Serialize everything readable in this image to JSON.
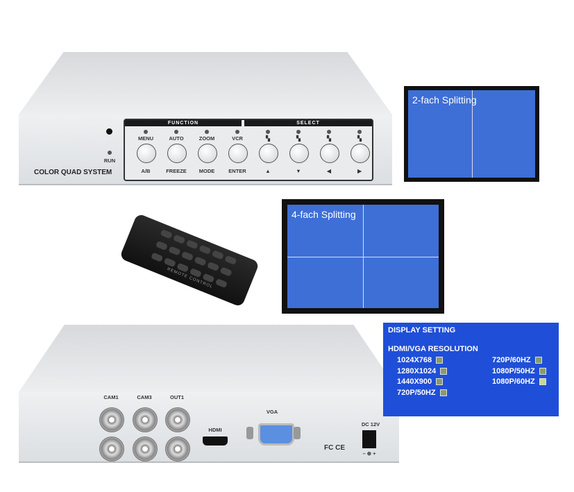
{
  "front_unit": {
    "model_label": "COLOR QUAD SYSTEM",
    "run_label": "RUN",
    "function_header": "FUNCTION",
    "select_header": "SELECT",
    "buttons": [
      {
        "top": "MENU",
        "bottom": "A/B"
      },
      {
        "top": "AUTO",
        "bottom": "FREEZE"
      },
      {
        "top": "ZOOM",
        "bottom": "MODE"
      },
      {
        "top": "VCR",
        "bottom": "ENTER"
      },
      {
        "top": "▚",
        "bottom": "▲"
      },
      {
        "top": "▚",
        "bottom": "▼"
      },
      {
        "top": "▚",
        "bottom": "◀"
      },
      {
        "top": "▚",
        "bottom": "▶"
      }
    ]
  },
  "monitor_2": {
    "title": "2-fach Splitting"
  },
  "monitor_4": {
    "title": "4-fach Splitting"
  },
  "remote": {
    "label": "REMOTE CONTROL"
  },
  "rear_unit": {
    "ports": {
      "cam1": "CAM1",
      "cam3": "CAM3",
      "out1": "OUT1",
      "hdmi": "HDMI",
      "vga": "VGA",
      "dc": "DC 12V",
      "polarity": "– ⊕ +",
      "cert": "FC CE"
    }
  },
  "display_setting": {
    "title": "DISPLAY SETTING",
    "subtitle": "HDMI/VGA RESOLUTION",
    "left_options": [
      "1024X768",
      "1280X1024",
      "1440X900",
      "720P/50HZ"
    ],
    "right_options": [
      "720P/60HZ",
      "1080P/50HZ",
      "1080P/60HZ"
    ],
    "selected": "1080P/60HZ"
  },
  "colors": {
    "screen_blue": "#3e6fd6",
    "osd_blue": "#1f4fd8"
  }
}
